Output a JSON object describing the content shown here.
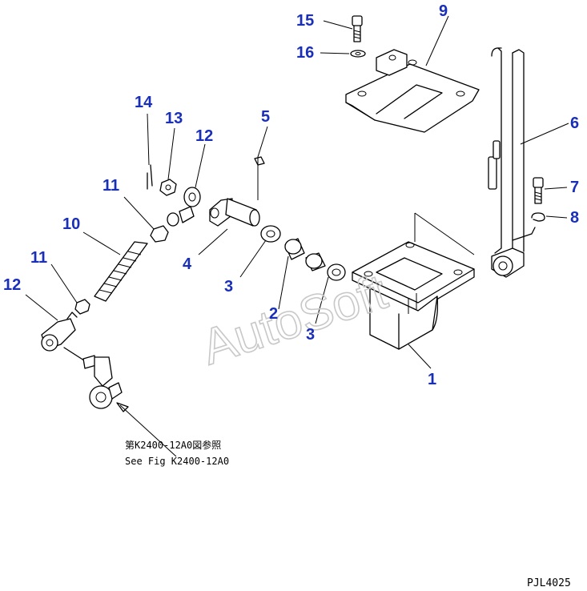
{
  "callouts": {
    "c15": "15",
    "c9": "9",
    "c16": "16",
    "c6": "6",
    "c7": "7",
    "c8": "8",
    "c14": "14",
    "c13": "13",
    "c12a": "12",
    "c5": "5",
    "c11a": "11",
    "c10": "10",
    "c4": "4",
    "c11b": "11",
    "c3a": "3",
    "c12b": "12",
    "c2": "2",
    "c3b": "3",
    "c1": "1"
  },
  "reference_note": {
    "line1": "第K2400-12A0図参照",
    "line2": "See Fig K2400-12A0"
  },
  "watermark": "AutoSoft",
  "figure_code": "PJL4025"
}
